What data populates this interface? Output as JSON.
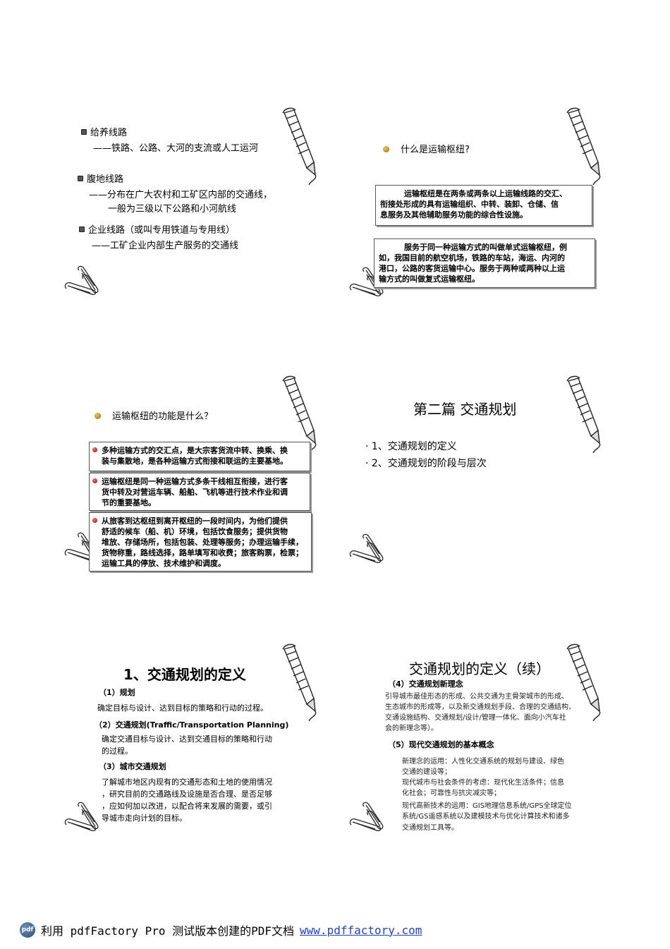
{
  "slide1": {
    "item1_title": "给养线路",
    "item1_desc": "——铁路、公路、大河的支流或人工运河",
    "item2_title": "腹地线路",
    "item2_desc1": "——分布在广大农村和工矿区内部的交通线，",
    "item2_desc2": "一般为三级以下公路和小河航线",
    "item3_title": "企业线路（或叫专用铁道与专用线）",
    "item3_desc": "——工矿企业内部生产服务的交通线"
  },
  "slide2": {
    "question": "什么是运输枢纽?",
    "box1": [
      "运输枢纽是在两条或两条以上运输线路的交汇、",
      "衔接处形成的具有运输组织、中转、装卸、仓储、信",
      "息服务及其他辅助服务功能的综合性设施。"
    ],
    "box2": [
      "服务于同一种运输方式的叫做单式运输枢纽，例",
      "如，我国目前的航空机场，铁路的车站，海运、内河的",
      "港口，公路的客货运输中心。服务于两种或两种以上运",
      "输方式的叫做复式运输枢纽。"
    ]
  },
  "slide3": {
    "question": "运输枢纽的功能是什么？",
    "box1": [
      "多种运输方式的交汇点，是大宗客货流中转、换乘、换",
      "装与集散地，是各种运输方式衔接和联运的主要基地。"
    ],
    "box2": [
      "运输枢纽是同一种运输方式多条干线相互衔接，进行客",
      "货中转及对营运车辆、船舶、飞机等进行技术作业和调",
      "节的重要基地。"
    ],
    "box3": [
      "从旅客到达枢纽到离开枢纽的一段时间内，为他们提供",
      "舒适的候车（船、机）环境，包括饮食服务；提供货物",
      "堆放、存储场所，包括包装、处理等服务；办理运输手续，",
      "货物称重，路线选择，路单填写和收费；旅客购票，检票；",
      "运输工具的停放、技术维护和调度。"
    ]
  },
  "slide4": {
    "title": "第二篇  交通规划",
    "item1": "· 1、交通规划的定义",
    "item2": "· 2、交通规划的阶段与层次"
  },
  "slide5": {
    "title": "1、交通规划的定义",
    "h1": "（1）规划",
    "p1": "确定目标与设计、达到目标的策略和行动的过程。",
    "h2": "（2）交通规划(Traffic/Transportation Planning)",
    "p2": [
      "确定交通目标与设计、达到交通目标的策略和行动",
      "的过程。"
    ],
    "h3": "（3）城市交通规划",
    "p3": [
      "了解城市地区内现有的交通形态和土地的使用情况",
      "，研究目前的交通路线及设施是否合理、是否足够",
      "，应如何加以改进，以配合将来发展的需要，或引",
      "导城市走向计划的目标。"
    ]
  },
  "slide6": {
    "title": "交通规划的定义（续）",
    "h4": "（4）交通规划新理念",
    "p4": [
      "引导城市最佳形态的形成、公共交通为主骨架城市的形成、",
      "生态城市的形成等，以及新交通规划手段、合理的交通结构、",
      "交通设施结构、交通规划/设计/管理一体化、面向小汽车社",
      "会的新理念等）。"
    ],
    "h5": "（5）现代交通规划的基本概念",
    "p5": [
      "新理念的运用：人性化交通系统的规划与建设、绿色",
      "交通的建设等；",
      "现代城市与社会条件的考虑：现代化生活条件；信息",
      "化社会；可靠性与抗灾减灾等；",
      "现代高新技术的运用：GIS地理信息系统/GPS全球定位",
      "系统/GS遥感系统以及建模技术与优化计算技术和诸多",
      "交通规划工具等。"
    ]
  },
  "footer": {
    "logo": "pdf",
    "text": "利用 pdfFactory Pro 测试版本创建的PDF文档",
    "link": "www.pdffactory.com"
  }
}
